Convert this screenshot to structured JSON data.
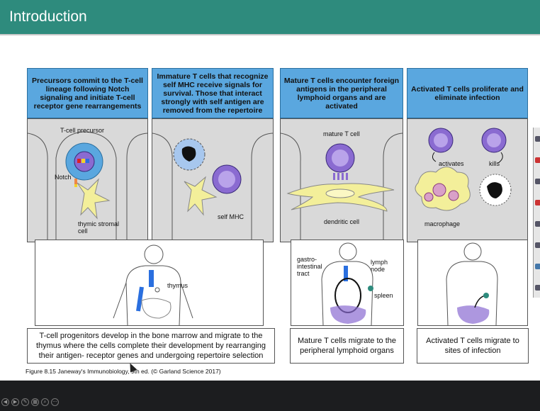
{
  "slide": {
    "title": "Introduction"
  },
  "figure": {
    "panels": [
      {
        "header": "Precursors commit to the T-cell lineage following Notch signaling and initiate T-cell receptor gene rearrangements",
        "labels": {
          "precursor": "T-cell precursor",
          "notch": "Notch",
          "stromal": "thymic stromal cell"
        }
      },
      {
        "header": "Immature T cells that recognize self MHC receive signals for survival. Those that interact strongly with self antigen are removed from the repertoire",
        "labels": {
          "mhc": "self MHC"
        }
      },
      {
        "header": "Mature T cells encounter foreign antigens in the peripheral lymphoid organs and are activated",
        "labels": {
          "mature": "mature T cell",
          "dendritic": "dendritic cell"
        }
      },
      {
        "header": "Activated T cells proliferate and eliminate infection",
        "labels": {
          "activates": "activates",
          "kills": "kills",
          "macrophage": "macrophage"
        }
      }
    ],
    "body_labels": {
      "thymus": "thymus",
      "gi": "gastro-\nintestinal\ntract",
      "lymph": "lymph\nnode",
      "spleen": "spleen"
    },
    "captions": [
      "T-cell progenitors develop in the bone marrow and migrate to the thymus where the cells complete their development by rearranging their antigen- receptor genes and undergoing repertoire selection",
      "Mature T cells migrate to the peripheral lymphoid organs",
      "Activated T cells migrate to sites of infection"
    ],
    "credit": "Figure 8.15 Janeway's Immunobiology, 9th ed. (© Garland Science 2017)"
  },
  "colors": {
    "title_bar": "#2e8b7d",
    "header_blue": "#5aa7df",
    "cell_purple": "#8a6bd1",
    "stromal_yellow": "#f3ef9a"
  },
  "player_controls": [
    "previous-icon",
    "next-icon",
    "pen-icon",
    "slides-icon",
    "zoom-icon",
    "more-icon"
  ]
}
